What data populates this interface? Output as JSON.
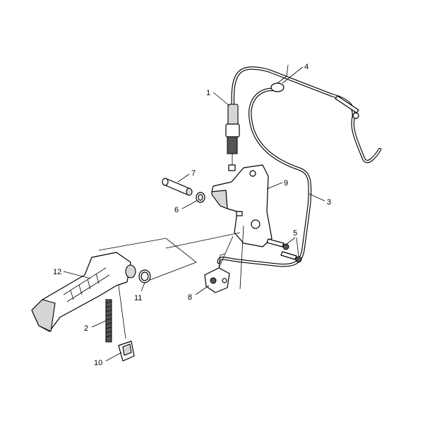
{
  "diagram": {
    "type": "exploded-parts-diagram",
    "callouts": [
      "1",
      "2",
      "3",
      "4",
      "5",
      "6",
      "7",
      "8",
      "9",
      "10",
      "11",
      "12"
    ]
  }
}
